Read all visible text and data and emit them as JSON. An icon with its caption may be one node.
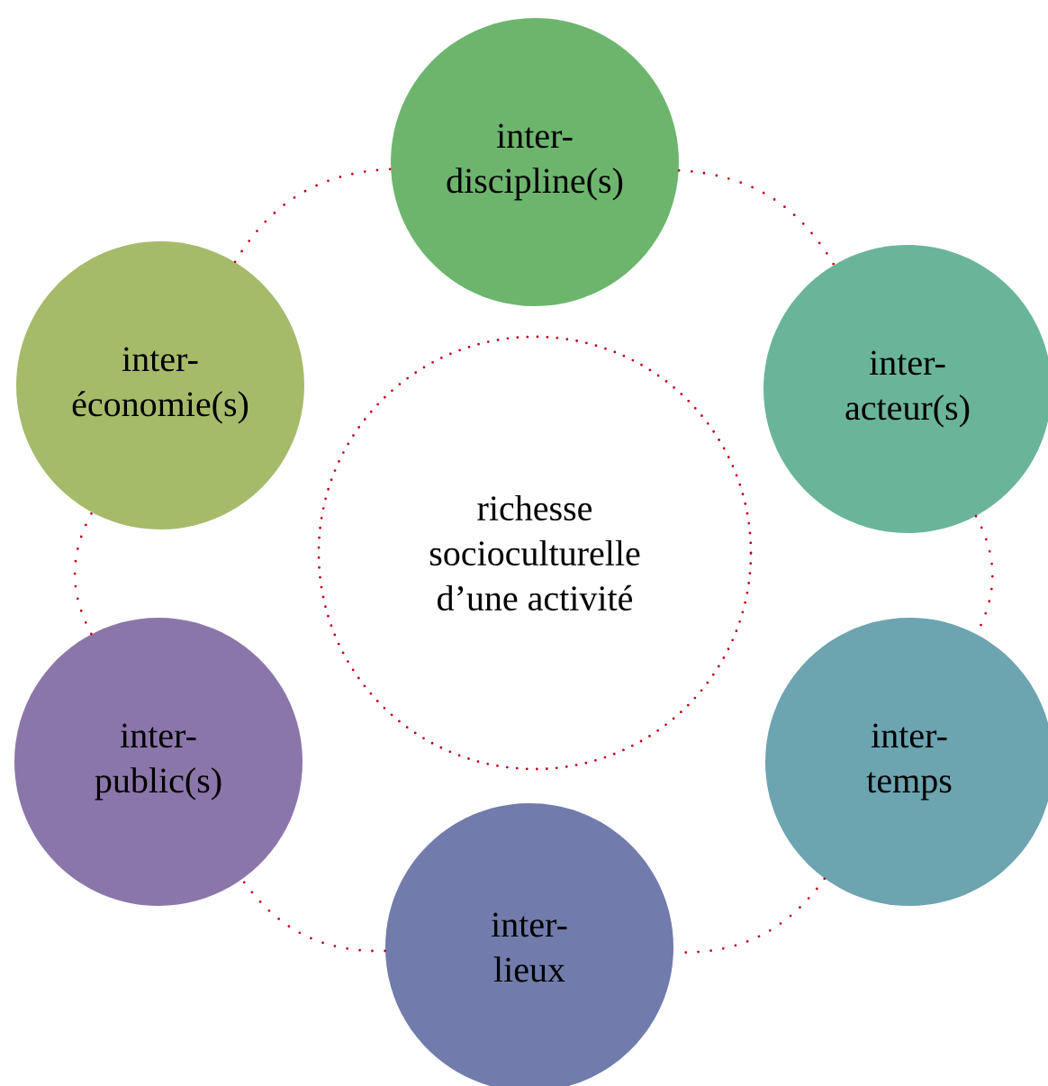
{
  "diagram": {
    "nodes": [
      {
        "text": [
          "richesse socioculturelle d’une activité"
        ]
      },
      {
        "text": [
          "inter- discipline(s)"
        ]
      },
      {
        "text": [
          "inter- acteur(s)"
        ]
      },
      {
        "text": [
          "inter- temps"
        ]
      },
      {
        "text": [
          "inter- lieux"
        ]
      },
      {
        "text": [
          "inter- public(s)"
        ]
      },
      {
        "text": [
          "inter- économie(s)"
        ]
      }
    ],
    "edges": [
      {
        "from": 1,
        "to": 2,
        "arrow": "none"
      },
      {
        "from": 2,
        "to": 3,
        "arrow": "none"
      },
      {
        "from": 3,
        "to": 4,
        "arrow": "none"
      },
      {
        "from": 4,
        "to": 5,
        "arrow": "none"
      },
      {
        "from": 5,
        "to": 6,
        "arrow": "none"
      },
      {
        "from": 6,
        "to": 1,
        "arrow": "none"
      }
    ]
  }
}
